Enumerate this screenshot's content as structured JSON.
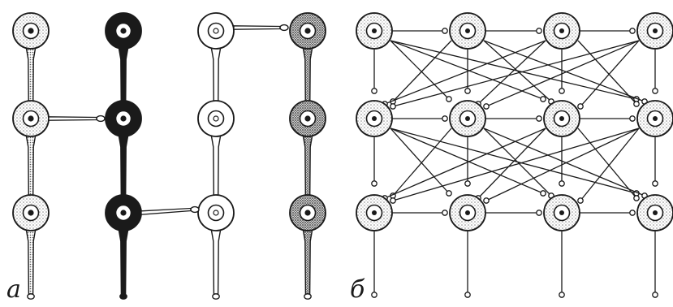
{
  "panel_a": {
    "label": "а",
    "columns": [
      {
        "style": "stippled"
      },
      {
        "style": "black"
      },
      {
        "style": "white"
      },
      {
        "style": "dark-stippled"
      }
    ]
  },
  "panel_b": {
    "label": "б",
    "neuron_style": "stippled"
  },
  "colors": {
    "ink": "#1a1a1a",
    "paper": "#ffffff",
    "stipple": "#a8a8a8"
  }
}
